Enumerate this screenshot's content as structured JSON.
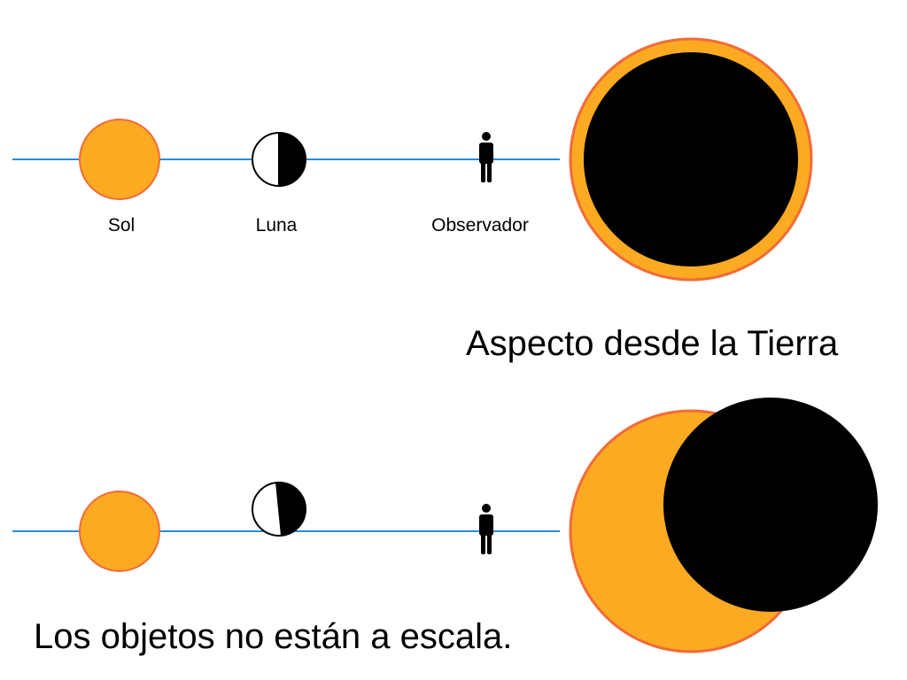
{
  "labels": {
    "sun": "Sol",
    "moon": "Luna",
    "observer": "Observador",
    "view_from_earth": "Aspecto desde la Tierra",
    "not_to_scale": "Los objetos no están a escala."
  },
  "colors": {
    "sun_fill": "#FBAA22",
    "sun_stroke": "#F26B38",
    "line": "#2B8AD6",
    "moon_dark": "#000000",
    "moon_light": "#FFFFFF",
    "text": "#000000"
  },
  "icons": {
    "observer": "person-icon"
  },
  "scenes": [
    {
      "name": "total-alignment",
      "description_shown": false
    },
    {
      "name": "offset-alignment",
      "description_shown": false
    }
  ]
}
